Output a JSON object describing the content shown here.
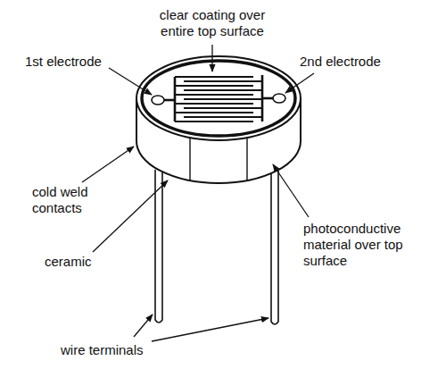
{
  "diagram": {
    "labels": [
      "clear coating over entire top surface",
      "1st electrode",
      "2nd electrode",
      "cold weld contacts",
      "ceramic",
      "photoconductive material over top surface",
      "wire terminals"
    ]
  }
}
